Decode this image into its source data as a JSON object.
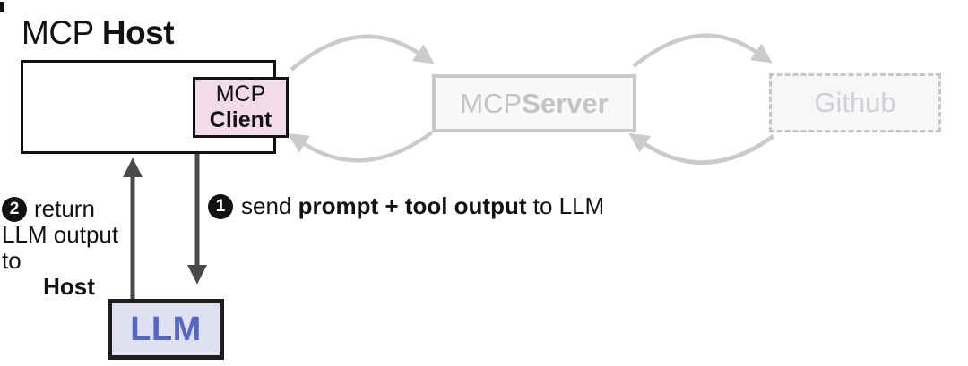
{
  "host": {
    "title_regular": "MCP ",
    "title_bold": "Host"
  },
  "client": {
    "line1": "MCP",
    "line2": "Client"
  },
  "server": {
    "label_regular": "MCP ",
    "label_bold": "Server"
  },
  "github": {
    "label": "Github"
  },
  "llm": {
    "label": "LLM"
  },
  "step1": {
    "badge": "1",
    "pre": "send ",
    "bold": "prompt + tool output",
    "post": " to LLM"
  },
  "step2": {
    "badge": "2",
    "line1": "return",
    "line2": "LLM output to",
    "line3_bold": "Host"
  },
  "colors": {
    "background": "#ffffff",
    "box_border": "#121212",
    "client_fill": "#f2dcea",
    "llm_fill": "#dfe1f2",
    "llm_text": "#5566c5",
    "llm_border": "#1e1e1e",
    "muted_stroke": "#cbcbcb",
    "muted_box_border": "#c9c9c9",
    "muted_text": "#c6c3c3",
    "github_text": "#d1d1d5",
    "dark_arrow": "#4a4a4a",
    "badge_fill": "#111111",
    "badge_text": "#ffffff"
  }
}
